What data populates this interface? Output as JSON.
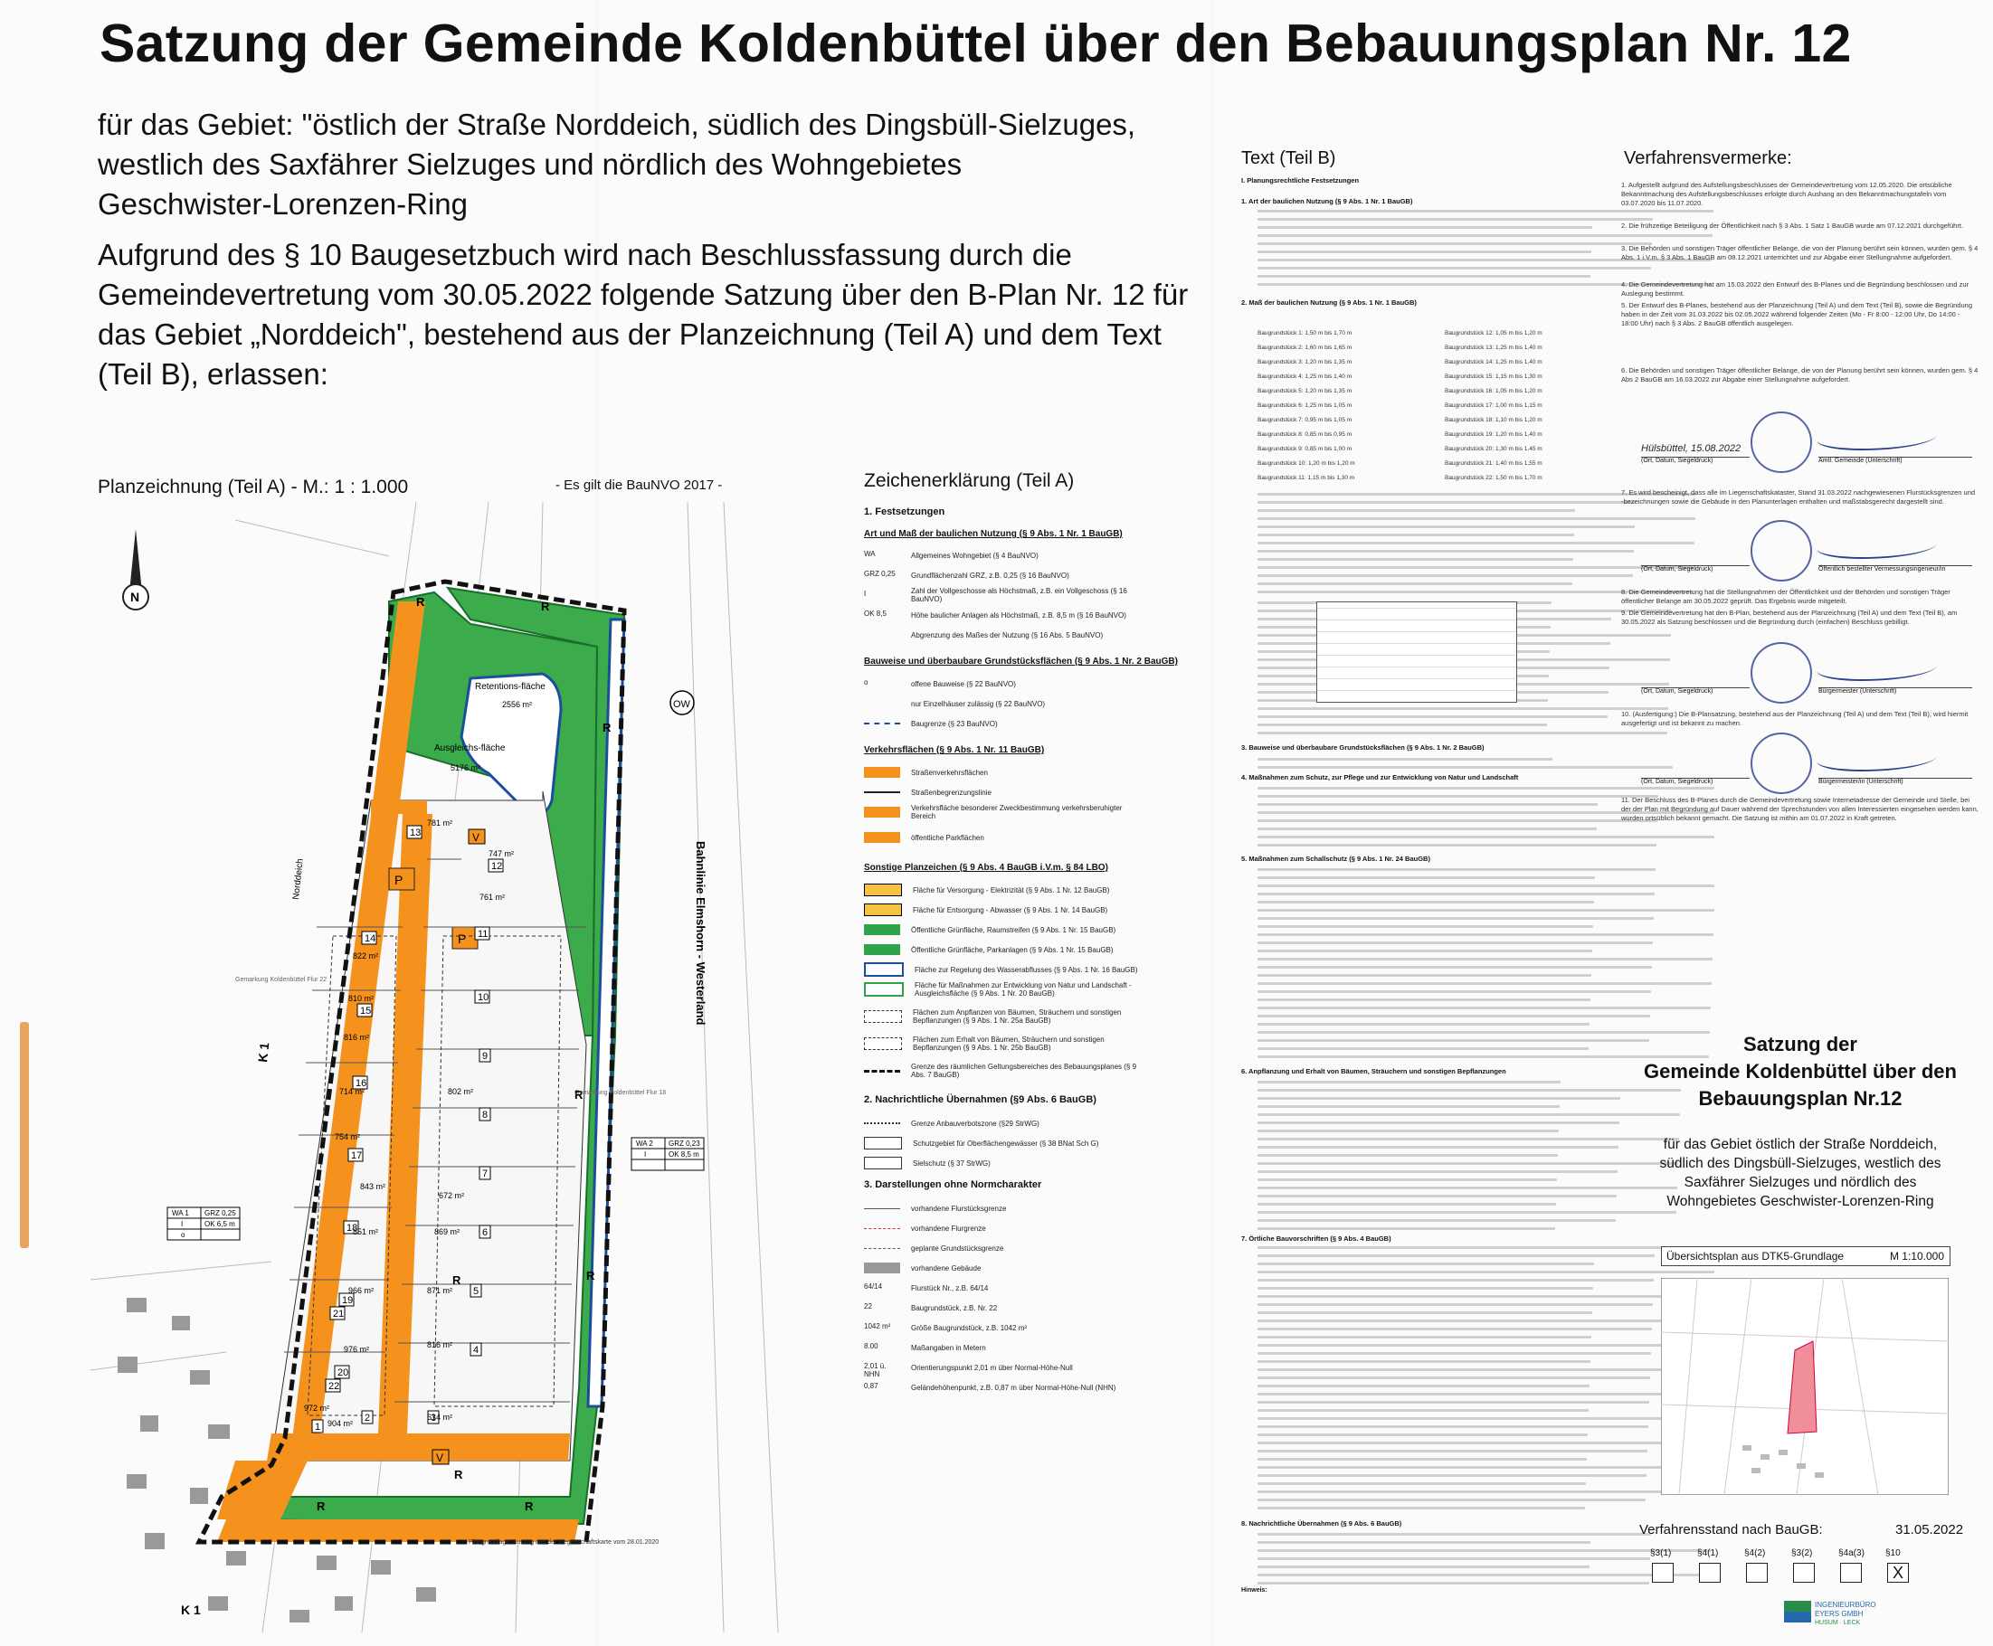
{
  "title": "Satzung der Gemeinde Koldenbüttel über den Bebauungsplan Nr. 12",
  "intro": {
    "area_line1": "für das Gebiet: \"östlich der Straße Norddeich, südlich des Dingsbüll-Sielzuges,",
    "area_line2": "westlich des Saxfährer Sielzuges und nördlich des Wohngebietes",
    "area_line3": "Geschwister-Lorenzen-Ring",
    "basis_line1": "Aufgrund des § 10 Baugesetzbuch wird nach Beschlussfassung durch die",
    "basis_line2": "Gemeindevertretung vom 30.05.2022 folgende Satzung über den B-Plan Nr. 12 für",
    "basis_line3": "das Gebiet „Norddeich\", bestehend aus der Planzeichnung (Teil A) und dem Text",
    "basis_line4": "(Teil B), erlassen:"
  },
  "plan": {
    "heading": "Planzeichnung (Teil A) - M.: 1 : 1.000",
    "baunvo": "- Es gilt die BauNVO 2017 -",
    "retention_label": "Retentions-fläche",
    "retention_area": "2556 m²",
    "ausgleich_label": "Ausgleichs-fläche",
    "ausgleich_area": "5176 m²",
    "rail_label": "Bahnlinie Elmshorn - Westerland",
    "road_label": "Norddeich",
    "k1": "K 1",
    "ow": "OW",
    "gemarkung_left": "Gemarkung Koldenbüttel Flur 22",
    "gemarkung_right": "Gemarkung Koldenbüttel Flur 18",
    "wa1": {
      "name": "WA 1",
      "grz": "GRZ 0,25",
      "floors": "I",
      "ok": "OK 6,5 m",
      "bw": "o"
    },
    "wa2": {
      "name": "WA 2",
      "grz": "GRZ 0,23",
      "floors": "I",
      "ok": "OK 8,5 m",
      "bw": ""
    },
    "plots": [
      "1",
      "2",
      "3",
      "4",
      "5",
      "6",
      "7",
      "8",
      "9",
      "10",
      "11",
      "12",
      "13",
      "14",
      "15",
      "16",
      "17",
      "18",
      "19",
      "20",
      "21",
      "22"
    ],
    "plot_areas": [
      "781 m²",
      "747 m²",
      "761 m²",
      "822 m²",
      "810 m²",
      "816 m²",
      "714 m²",
      "754 m²",
      "843 m²",
      "851 m²",
      "966 m²",
      "976 m²",
      "972 m²",
      "904 m²",
      "871 m²",
      "816 m²",
      "802 m²",
      "672 m²",
      "869 m²",
      "614 m²"
    ],
    "plangrundlage": "Plangrundlage: Auszug aus der Liegenschaftskarte vom 28.01.2020"
  },
  "legend": {
    "heading": "Zeichenerklärung (Teil A)",
    "sec1": "1. Festsetzungen",
    "sub_nutzung": "Art und Maß der baulichen Nutzung (§ 9 Abs. 1 Nr. 1 BauGB)",
    "items_nutzung": [
      {
        "sym": "WA",
        "text": "Allgemeines Wohngebiet (§ 4 BauNVO)"
      },
      {
        "sym": "GRZ 0,25",
        "text": "Grundflächenzahl GRZ, z.B. 0,25 (§ 16 BauNVO)"
      },
      {
        "sym": "I",
        "text": "Zahl der Vollgeschosse als Höchstmaß, z.B. ein Vollgeschoss (§ 16 BauNVO)"
      },
      {
        "sym": "OK 8,5",
        "text": "Höhe baulicher Anlagen als Höchstmaß, z.B. 8,5 m (§ 16 BauNVO)"
      },
      {
        "sym": "",
        "text": "Abgrenzung des Maßes der Nutzung (§ 16 Abs. 5 BauNVO)"
      }
    ],
    "sub_bauweise": "Bauweise und überbaubare Grundstücksflächen (§ 9 Abs. 1 Nr. 2 BauGB)",
    "items_bauweise": [
      {
        "sym": "o",
        "text": "offene Bauweise (§ 22 BauNVO)"
      },
      {
        "sym": "",
        "text": "nur Einzelhäuser zulässig (§ 22 BauNVO)"
      },
      {
        "sym": "",
        "text": "Baugrenze (§ 23 BauNVO)"
      }
    ],
    "sub_verkehr": "Verkehrsflächen (§ 9 Abs. 1 Nr. 11 BauGB)",
    "items_verkehr": [
      {
        "text": "Straßenverkehrsflächen"
      },
      {
        "text": "Straßenbegrenzungslinie"
      },
      {
        "text": "Verkehrsfläche besonderer Zweckbestimmung verkehrsberuhigter Bereich"
      },
      {
        "text": "öffentliche Parkflächen"
      }
    ],
    "sub_sonstige": "Sonstige Planzeichen (§ 9 Abs. 4 BauGB i.V.m. § 84 LBO)",
    "items_sonstige": [
      {
        "text": "Fläche für Versorgung - Elektrizität (§ 9 Abs. 1 Nr. 12 BauGB)"
      },
      {
        "text": "Fläche für Entsorgung - Abwasser (§ 9 Abs. 1 Nr. 14 BauGB)"
      },
      {
        "text": "Öffentliche Grünfläche, Raumstreifen (§ 9 Abs. 1 Nr. 15 BauGB)"
      },
      {
        "text": "Öffentliche Grünfläche, Parkanlagen (§ 9 Abs. 1 Nr. 15 BauGB)"
      },
      {
        "text": "Fläche zur Regelung des Wasserabflusses (§ 9 Abs. 1 Nr. 16 BauGB)"
      },
      {
        "text": "Fläche für Maßnahmen zur Entwicklung von Natur und Landschaft - Ausgleichsfläche (§ 9 Abs. 1 Nr. 20 BauGB)"
      },
      {
        "text": "Flächen zum Anpflanzen von Bäumen, Sträuchern und sonstigen Bepflanzungen (§ 9 Abs. 1 Nr. 25a BauGB)"
      },
      {
        "text": "Flächen zum Erhalt von Bäumen, Sträuchern und sonstigen Bepflanzungen (§ 9 Abs. 1 Nr. 25b BauGB)"
      },
      {
        "text": "Grenze des räumlichen Geltungsbereiches des Bebauungsplanes (§ 9 Abs. 7 BauGB)"
      }
    ],
    "sec2": "2. Nachrichtliche Übernahmen (§9 Abs. 6 BauGB)",
    "items_nachr": [
      {
        "text": "Grenze Anbauverbotszone (§29 StrWG)"
      },
      {
        "text": "Schutzgebiet für Oberflächengewässer (§ 38 BNat Sch G)"
      },
      {
        "text": "Sielschutz (§ 37 StrWG)"
      }
    ],
    "sec3": "3. Darstellungen ohne Normcharakter",
    "items_darst": [
      {
        "text": "vorhandene Flurstücksgrenze"
      },
      {
        "text": "vorhandene Flurgrenze"
      },
      {
        "text": "geplante Grundstücksgrenze"
      },
      {
        "text": "vorhandene Gebäude"
      },
      {
        "sym": "64/14",
        "text": "Flurstück Nr., z.B. 64/14"
      },
      {
        "sym": "22",
        "text": "Baugrundstück, z.B. Nr. 22"
      },
      {
        "sym": "1042 m²",
        "text": "Größe Baugrundstück, z.B. 1042 m²"
      },
      {
        "sym": "8.00",
        "text": "Maßangaben in Metern"
      },
      {
        "sym": "2,01 ü. NHN",
        "text": "Orientierungspunkt 2,01 m über Normal-Höhe-Null"
      },
      {
        "sym": "0,87",
        "text": "Geländehöhenpunkt, z.B. 0,87 m über Normal-Höhe-Null (NHN)"
      }
    ]
  },
  "text_b": {
    "heading": "Text (Teil B)",
    "sec1": "I. Planungsrechtliche Festsetzungen",
    "h1": "1. Art der baulichen Nutzung (§ 9 Abs. 1 Nr. 1 BauGB)",
    "h2": "2. Maß der baulichen Nutzung (§ 9 Abs. 1 Nr. 1 BauGB)",
    "h3": "3. Bauweise und überbaubare Grundstücksflächen (§ 9 Abs. 1 Nr. 2 BauGB)",
    "h4": "4. Maßnahmen zum Schutz, zur Pflege und zur Entwicklung von Natur und Landschaft",
    "h5": "5. Maßnahmen zum Schallschutz (§ 9 Abs. 1 Nr. 24 BauGB)",
    "h6": "6. Anpflanzung und Erhalt von Bäumen, Sträuchern und sonstigen Bepflanzungen",
    "h7": "7. Örtliche Bauvorschriften (§ 9 Abs. 4 BauGB)",
    "h8": "8. Nachrichtliche Übernahmen (§ 9 Abs. 6 BauGB)",
    "heights_left": [
      "Baugrundstück 1: 1,50 m bis 1,70 m",
      "Baugrundstück 2: 1,60 m bis 1,65 m",
      "Baugrundstück 3: 1,20 m bis 1,35 m",
      "Baugrundstück 4: 1,25 m bis 1,40 m",
      "Baugrundstück 5: 1,20 m bis 1,35 m",
      "Baugrundstück 6: 1,25 m bis 1,05 m",
      "Baugrundstück 7: 0,95 m bis 1,05 m",
      "Baugrundstück 8: 0,85 m bis 0,95 m",
      "Baugrundstück 9: 0,85 m bis 1,00 m",
      "Baugrundstück 10: 1,20 m bis 1,20 m",
      "Baugrundstück 11: 1,15 m bis 1,30 m"
    ],
    "heights_right": [
      "Baugrundstück 12: 1,05 m bis 1,20 m",
      "Baugrundstück 13: 1,25 m bis 1,40 m",
      "Baugrundstück 14: 1,25 m bis 1,40 m",
      "Baugrundstück 15: 1,15 m bis 1,30 m",
      "Baugrundstück 16: 1,05 m bis 1,20 m",
      "Baugrundstück 17: 1,00 m bis 1,15 m",
      "Baugrundstück 18: 1,10 m bis 1,20 m",
      "Baugrundstück 19: 1,20 m bis 1,40 m",
      "Baugrundstück 20: 1,30 m bis 1,45 m",
      "Baugrundstück 21: 1,40 m bis 1,55 m",
      "Baugrundstück 22: 1,50 m bis 1,70 m"
    ],
    "hinweis": "Hinweis:"
  },
  "verfahren": {
    "heading": "Verfahrensvermerke:",
    "items": [
      "1. Aufgestellt aufgrund des Aufstellungsbeschlusses der Gemeindevertretung vom 12.05.2020. Die ortsübliche Bekanntmachung des Aufstellungsbeschlusses erfolgte durch Aushang an den Bekanntmachungstafeln vom 03.07.2020 bis 11.07.2020.",
      "2. Die frühzeitige Beteiligung der Öffentlichkeit nach § 3 Abs. 1 Satz 1 BauGB wurde am 07.12.2021 durchgeführt.",
      "3. Die Behörden und sonstigen Träger öffentlicher Belange, die von der Planung berührt sein können, wurden gem. § 4 Abs. 1 i.V.m. § 3 Abs. 1 BauGB am 08.12.2021 unterrichtet und zur Abgabe einer Stellungnahme aufgefordert.",
      "4. Die Gemeindevertretung hat am 15.03.2022 den Entwurf des B-Planes und die Begründung beschlossen und zur Auslegung bestimmt.",
      "5. Der Entwurf des B-Planes, bestehend aus der Planzeichnung (Teil A) und dem Text (Teil B), sowie die Begründung haben in der Zeit vom 31.03.2022 bis 02.05.2022 während folgender Zeiten (Mo - Fr 8:00 - 12:00 Uhr, Do 14:00 - 18:00 Uhr) nach § 3 Abs. 2 BauGB öffentlich ausgelegen.",
      "6. Die Behörden und sonstigen Träger öffentlicher Belange, die von der Planung berührt sein können, wurden gem. § 4 Abs 2 BauGB am 16.03.2022 zur Abgabe einer Stellungnahme aufgefordert.",
      "7. Es wird bescheinigt, dass alle im Liegenschaftskataster, Stand 31.03.2022 nachgewiesenen Flurstücksgrenzen und -bezeichnungen sowie die Gebäude in den Planunterlagen enthalten und maßstabsgerecht dargestellt sind.",
      "8. Die Gemeindevertretung hat die Stellungnahmen der Öffentlichkeit und der Behörden und sonstigen Träger öffentlicher Belange am 30.05.2022 geprüft. Das Ergebnis wurde mitgeteilt.",
      "9. Die Gemeindevertretung hat den B-Plan, bestehend aus der Planzeichnung (Teil A) und dem Text (Teil B), am 30.05.2022 als Satzung beschlossen und die Begründung durch (einfachen) Beschluss gebilligt.",
      "10. (Ausfertigung:) Die B-Plansatzung, bestehend aus der Planzeichnung (Teil A) und dem Text (Teil B), wird hiermit ausgefertigt und ist bekannt zu machen.",
      "11. Der Beschluss des B-Planes durch die Gemeindevertretung sowie Internetadresse der Gemeinde und Stelle, bei der der Plan mit Begründung auf Dauer während der Sprechstunden von allen Interessierten eingesehen werden kann, wurden ortsüblich bekannt gemacht. Die Satzung ist mithin am 01.07.2022 in Kraft getreten."
    ],
    "sig_place_1": "Hülsbüttel, 15.08.2022",
    "sig_caption_1": "(Ort, Datum, Siegeldruck)",
    "sig_role_1": "Amtl. Gemeinde (Unterschrift)",
    "sig_caption_2": "(Ort, Datum, Siegeldruck)",
    "sig_role_2": "Öffentlich bestellter Vermessungsingenieur/in",
    "sig_caption_3": "(Ort, Datum, Siegeldruck)",
    "sig_role_3": "Bürgermeister (Unterschrift)",
    "sig_caption_4": "(Ort, Datum, Siegeldruck)",
    "sig_role_4": "Bürgermeister/in (Unterschrift)"
  },
  "summary": {
    "title1": "Satzung der",
    "title2": "Gemeinde Koldenbüttel über den",
    "title3": "Bebauungsplan Nr.12",
    "area1": "für das Gebiet östlich der Straße Norddeich,",
    "area2": "südlich des Dingsbüll-Sielzuges, westlich des",
    "area3": "Saxfährer Sielzuges und nördlich des",
    "area4": "Wohngebietes Geschwister-Lorenzen-Ring",
    "overview_label": "Übersichtsplan aus DTK5-Grundlage",
    "overview_scale": "M 1:10.000",
    "status_label": "Verfahrensstand nach BauGB:",
    "status_date": "31.05.2022",
    "steps": [
      "§3(1)",
      "§4(1)",
      "§4(2)",
      "§3(2)",
      "§4a(3)",
      "§10"
    ],
    "steps_checked": [
      false,
      false,
      false,
      false,
      false,
      true
    ],
    "check_mark": "X",
    "firm_name": "INGENIEURBÜRO",
    "firm_name2": "EYERS GMBH",
    "firm_loc": "HUSUM · LECK"
  },
  "colors": {
    "orange": "#f5921e",
    "green": "#2fa34a",
    "blue": "#1b4f9c",
    "boundary": "#111111",
    "pink": "#f08f9a"
  }
}
